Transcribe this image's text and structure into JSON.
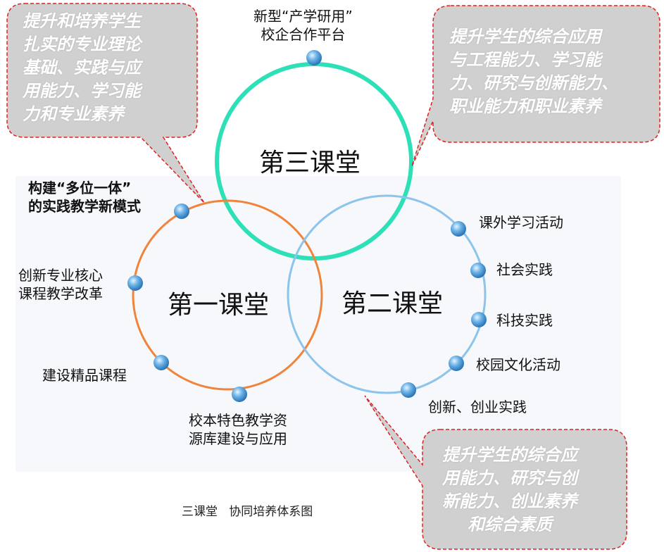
{
  "circles": {
    "third": "第三课堂",
    "first": "第一课堂",
    "second": "第二课堂"
  },
  "top_label": [
    "新型“产学研用”",
    "校企合作平台"
  ],
  "first_items": [
    [
      "构建“多位一体”",
      "的实践教学新模式"
    ],
    [
      "创新专业核心",
      "课程教学改革"
    ],
    [
      "建设精品课程"
    ],
    [
      "校本特色教学资",
      "源库建设与应用"
    ]
  ],
  "second_items": [
    "课外学习活动",
    "社会实践",
    "科技实践",
    "校园文化活动",
    "创新、创业实践"
  ],
  "callouts": {
    "top_left": [
      "提升和培养学生",
      "扎实的专业理论",
      "基础、实践与应",
      "用能力、学习能",
      "力和专业素养"
    ],
    "top_right": [
      "提升学生的综合应用",
      "与工程能力、学习能",
      "力、研究与创新能力、",
      "职业能力和职业素养"
    ],
    "bottom_right": [
      "提升学生的综合应",
      "用能力、研究与创",
      "新能力、创业素养",
      "和综合素质"
    ]
  },
  "caption": "三课堂   协同培养体系图",
  "colors": {
    "third_ring": "#2ee0b8",
    "first_ring": "#f0843c",
    "second_ring": "#8cc4ec",
    "callout_fill": "#d0d0d0",
    "callout_border": "#e02020",
    "node": "#3d8fd0"
  }
}
